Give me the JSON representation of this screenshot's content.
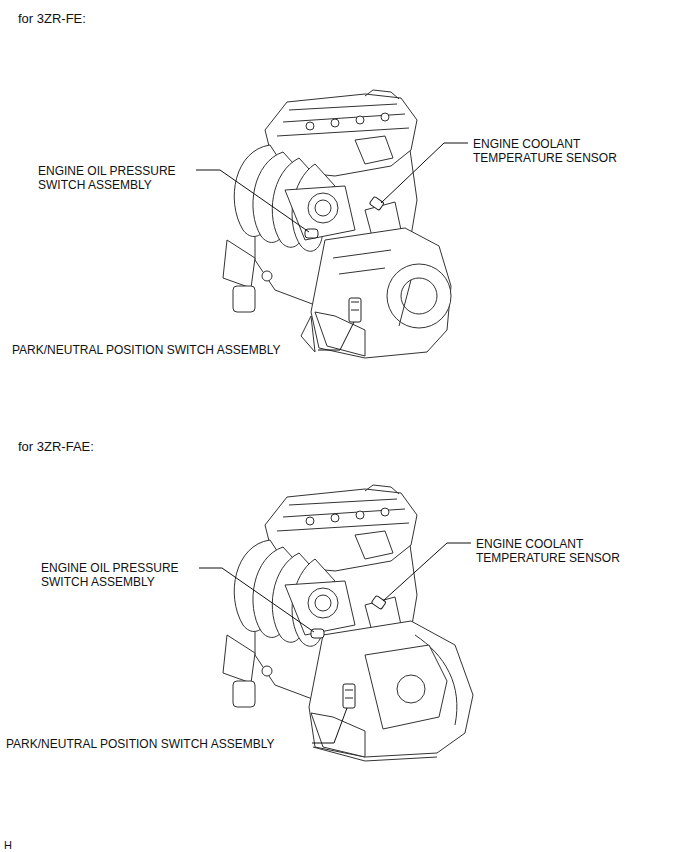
{
  "diagram": {
    "labels": [
      "for 3ZR-FE:",
      "ENGINE COOLANT TEMPERATURE SENSOR",
      "ENGINE OIL PRESSURE SWITCH ASSEMBLY",
      "PARK/NEUTRAL POSITION SWITCH ASSEMBLY",
      "for 3ZR-FAE:",
      "ENGINE OIL PRESSURE SWITCH ASSEMBLY",
      "ENGINE COOLANT TEMPERATURE SENSOR",
      "PARK/NEUTRAL POSITION SWITCH ASSEMBLY",
      "H"
    ]
  }
}
